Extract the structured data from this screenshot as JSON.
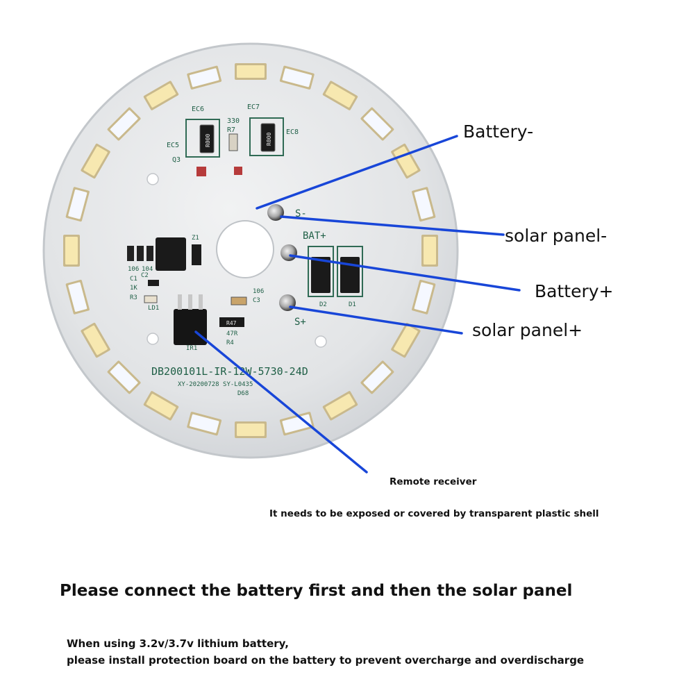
{
  "colors": {
    "board": "#e3e5e7",
    "board_edge": "#c9ccd0",
    "trace": "#2f6a54",
    "silk": "#1f5f46",
    "led_yellow": "#f7e8b0",
    "led_white": "#f5f8ff",
    "led_frame": "#c9b98c",
    "callout_line": "#1846d8",
    "text": "#111111"
  },
  "board": {
    "model_code": "DB200101L-IR-12W-5730-24D",
    "date_code": "XY-20200728 SY-L0435",
    "led_ref": "D68",
    "pad_labels": {
      "s_minus": "S-",
      "bat_plus": "BAT+",
      "s_plus": "S+"
    },
    "component_labels": {
      "ec6": "EC6",
      "ec7": "EC7",
      "r7": "R7",
      "r7_value": "330",
      "ec5": "EC5",
      "ec8": "EC8",
      "q3": "Q3",
      "z1": "Z1",
      "c1": "C1",
      "c2": "C2",
      "r3": "R3",
      "ld1": "LD1",
      "value_106": "106",
      "value_104": "104",
      "value_1k": "1K",
      "c3": "C3",
      "c3_value": "106",
      "r4": "R4",
      "r4_value": "47R",
      "ir1": "IR1",
      "d1": "D1",
      "d2": "D2",
      "res_r000_a": "R000",
      "res_r000_b": "R000",
      "res_r47": "R47"
    }
  },
  "callouts": {
    "battery_minus": "Battery-",
    "solar_minus": "solar panel-",
    "battery_plus": "Battery+",
    "solar_plus": "solar panel+",
    "remote_receiver": "Remote receiver",
    "remote_note": "It needs to be exposed or covered by transparent plastic shell"
  },
  "instructions": {
    "main": "Please connect the battery first and then the solar panel",
    "lithium_line1": "When using 3.2v/3.7v lithium battery,",
    "lithium_line2": "please install protection board on the battery to prevent overcharge and overdischarge"
  }
}
